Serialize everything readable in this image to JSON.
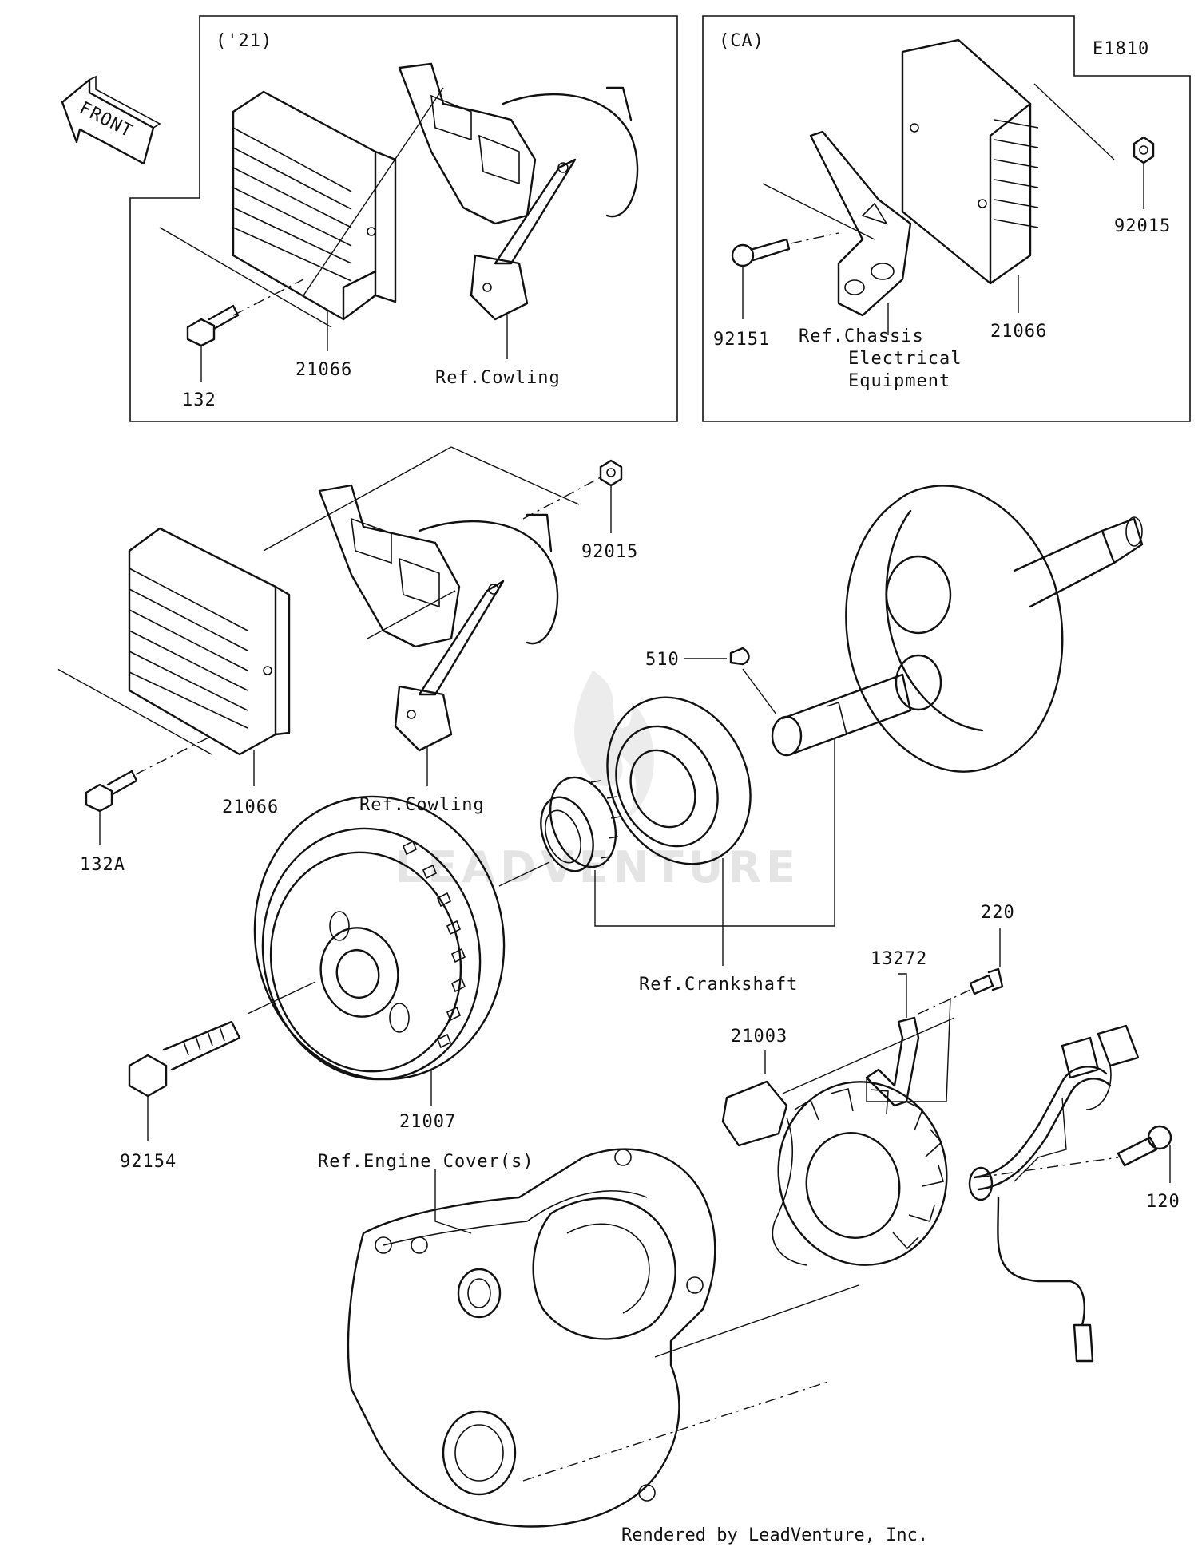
{
  "diagram_code": "E1810",
  "front_label": "FRONT",
  "variant_21_label": "('21)",
  "variant_ca_label": "(CA)",
  "watermark": "LEADVENTURE",
  "credit": "Rendered by LeadVenture, Inc.",
  "parts": {
    "p21066_a": "21066",
    "p132": "132",
    "ref_cowling_a": "Ref.Cowling",
    "p92015_a": "92015",
    "p21066_b": "21066",
    "p92151": "92151",
    "ref_chassis_1": "Ref.Chassis",
    "ref_chassis_2": "Electrical",
    "ref_chassis_3": "Equipment",
    "p92015_b": "92015",
    "ref_cowling_b": "Ref.Cowling",
    "p21066_c": "21066",
    "p132a": "132A",
    "p510": "510",
    "ref_crankshaft": "Ref.Crankshaft",
    "p21007": "21007",
    "p92154": "92154",
    "p220": "220",
    "p13272": "13272",
    "p21003": "21003",
    "p120": "120",
    "ref_engine_cover": "Ref.Engine Cover(s)"
  }
}
